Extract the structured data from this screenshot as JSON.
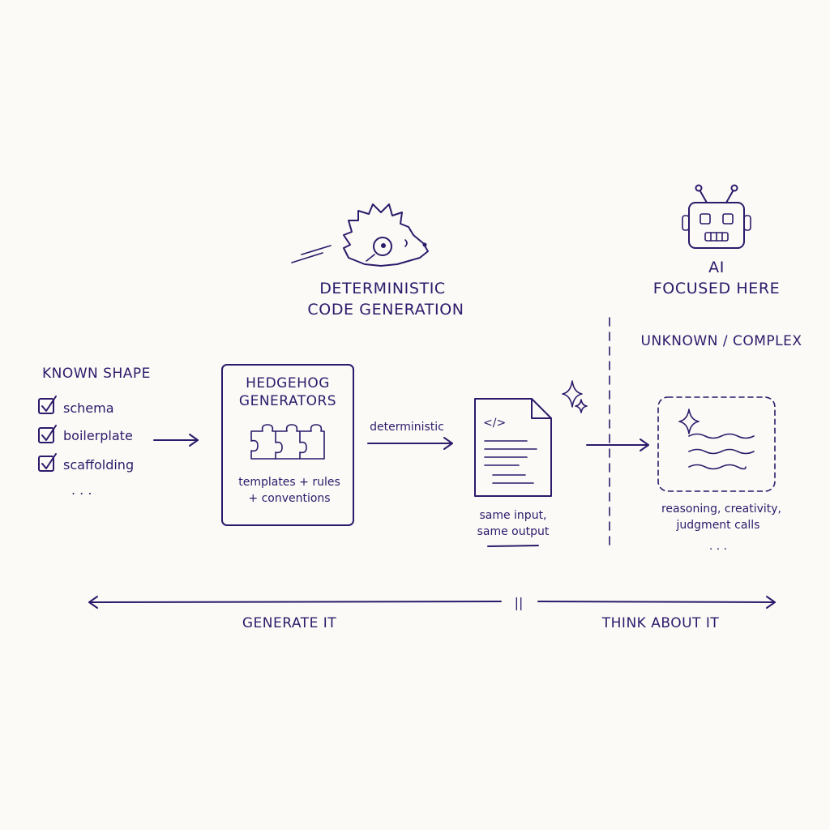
{
  "header": {
    "title_line1": "DETERMINISTIC",
    "title_line2": "CODE GENERATION",
    "ai_line1": "AI",
    "ai_line2": "FOCUSED HERE"
  },
  "known": {
    "heading": "KNOWN SHAPE",
    "items": [
      "schema",
      "boilerplate",
      "scaffolding"
    ],
    "ellipsis": ". . ."
  },
  "generators": {
    "title_line1": "HEDGEHOG",
    "title_line2": "GENERATORS",
    "caption_line1": "templates + rules",
    "caption_line2": "+ conventions"
  },
  "arrow_label": "deterministic",
  "output": {
    "code_tag": "</>",
    "caption_line1": "same input,",
    "caption_line2": "same output"
  },
  "unknown": {
    "heading": "UNKNOWN / COMPLEX",
    "caption_line1": "reasoning, creativity,",
    "caption_line2": "judgment calls",
    "ellipsis": ". . ."
  },
  "bottom": {
    "left_label": "GENERATE IT",
    "right_label": "THINK ABOUT IT",
    "divider": "||"
  }
}
